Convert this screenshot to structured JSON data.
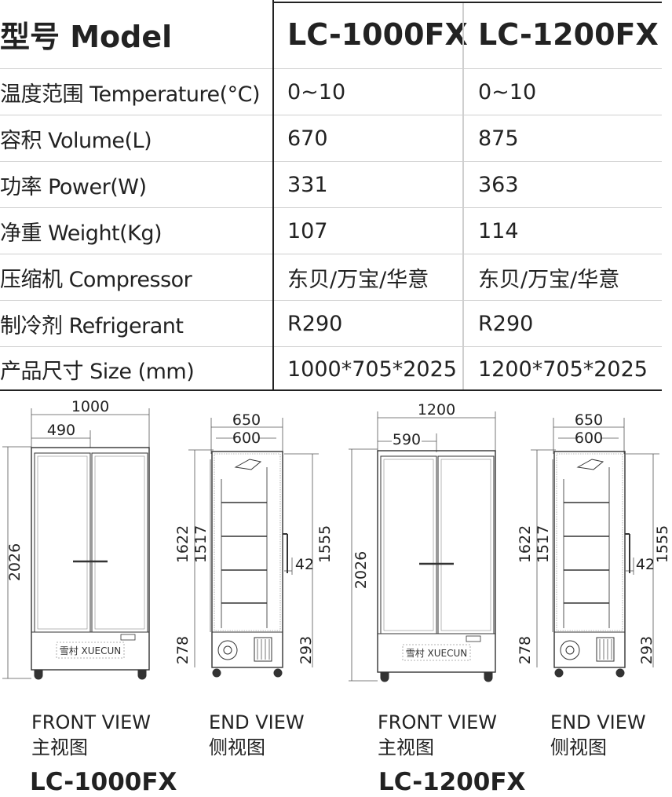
{
  "table": {
    "header": {
      "label": "型号 Model",
      "m1": "LC-1000FX",
      "m2": "LC-1200FX"
    },
    "rows": [
      {
        "label": "温度范围 Temperature(°C)",
        "m1": "0~10",
        "m2": "0~10"
      },
      {
        "label": "容积 Volume(L)",
        "m1": "670",
        "m2": "875"
      },
      {
        "label": "功率 Power(W)",
        "m1": "331",
        "m2": "363"
      },
      {
        "label": "净重 Weight(Kg)",
        "m1": "107",
        "m2": "114"
      },
      {
        "label": "压缩机 Compressor",
        "m1": "东贝/万宝/华意",
        "m2": "东贝/万宝/华意"
      },
      {
        "label": "制冷剂 Refrigerant",
        "m1": "R290",
        "m2": "R290"
      },
      {
        "label": "产品尺寸 Size (mm)",
        "m1": "1000*705*2025",
        "m2": "1200*705*2025"
      }
    ]
  },
  "drawings": {
    "front1": {
      "width": "1000",
      "door": "490",
      "height": "2026",
      "brand": "雪村 XUECUN"
    },
    "end1": {
      "depth_outer": "650",
      "depth_inner": "600",
      "h1": "1622",
      "h2": "1517",
      "h3": "1555",
      "handle": "42",
      "base1": "278",
      "base2": "293"
    },
    "front2": {
      "width": "1200",
      "door": "590",
      "height": "2026",
      "brand": "雪村 XUECUN"
    },
    "end2": {
      "depth_outer": "650",
      "depth_inner": "600",
      "h1": "1622",
      "h2": "1517",
      "h3": "1555",
      "handle": "42",
      "base1": "278",
      "base2": "293"
    }
  },
  "captions": {
    "front_en": "FRONT VIEW",
    "front_cn": "主视图",
    "end_en": "END VIEW",
    "end_cn": "侧视图",
    "model1": "LC-1000FX",
    "model2": "LC-1200FX"
  }
}
